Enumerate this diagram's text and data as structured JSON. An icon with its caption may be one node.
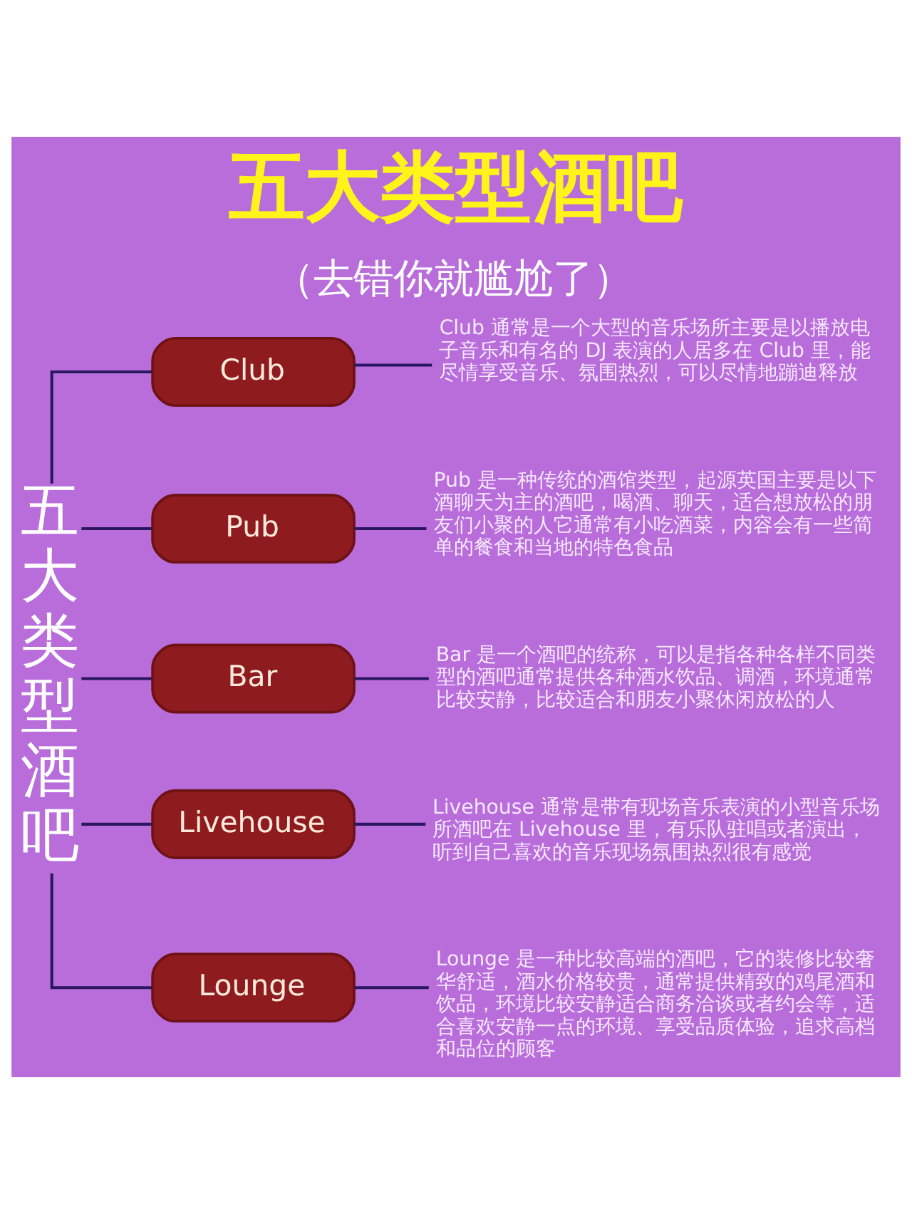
{
  "diagram": {
    "title": "五大类型酒吧",
    "caption": "（去错你就尴尬了）",
    "nodes": [
      {
        "text": [
          "五大类型酒吧"
        ]
      },
      {
        "text": [
          "Club"
        ]
      },
      {
        "text": [
          "Pub"
        ]
      },
      {
        "text": [
          "Bar"
        ]
      },
      {
        "text": [
          "Livehouse"
        ]
      },
      {
        "text": [
          "Lounge"
        ]
      },
      {
        "text": [
          "Club 通常是一个大型的音乐场所主要是以播放电子音乐和有名的 DJ 表演的人居多在 Club 里，能尽情享受音乐、氛围热烈，可以尽情地蹦迪释放"
        ]
      },
      {
        "text": [
          "Pub 是一种传统的酒馆类型，起源英国主要是以下酒聊天为主的酒吧，喝酒、聊天，适合想放松的朋友们小聚的人它通常有小吃酒菜，内容会有一些简单的餐食和当地的特色食品"
        ]
      },
      {
        "text": [
          "Bar 是一个酒吧的统称，可以是指各种各样不同类型的酒吧通常提供各种酒水饮品、调酒，环境通常比较安静，比较适合和朋友小聚休闲放松的人"
        ]
      },
      {
        "text": [
          "Livehouse 通常是带有现场音乐表演的小型音乐场所酒吧在 Livehouse 里，有乐队驻唱或者演出，听到自己喜欢的音乐现场氛围热烈很有感觉"
        ]
      },
      {
        "text": [
          "Lounge 是一种比较高端的酒吧，它的装修比较奢华舒适，酒水价格较贵，通常提供精致的鸡尾酒和饮品，环境比较安静适合商务洽谈或者约会等，适合喜欢安静一点的环境、享受品质体验，追求高档和品位的顾客"
        ]
      }
    ],
    "edges": [
      {
        "from": 0,
        "to": 1,
        "arrow": "none"
      },
      {
        "from": 0,
        "to": 2,
        "arrow": "none"
      },
      {
        "from": 0,
        "to": 3,
        "arrow": "none"
      },
      {
        "from": 0,
        "to": 4,
        "arrow": "none"
      },
      {
        "from": 0,
        "to": 5,
        "arrow": "none"
      },
      {
        "from": 1,
        "to": 6,
        "arrow": "none"
      },
      {
        "from": 2,
        "to": 7,
        "arrow": "none"
      },
      {
        "from": 3,
        "to": 8,
        "arrow": "none"
      },
      {
        "from": 4,
        "to": 9,
        "arrow": "none"
      },
      {
        "from": 5,
        "to": 10,
        "arrow": "none"
      }
    ]
  }
}
